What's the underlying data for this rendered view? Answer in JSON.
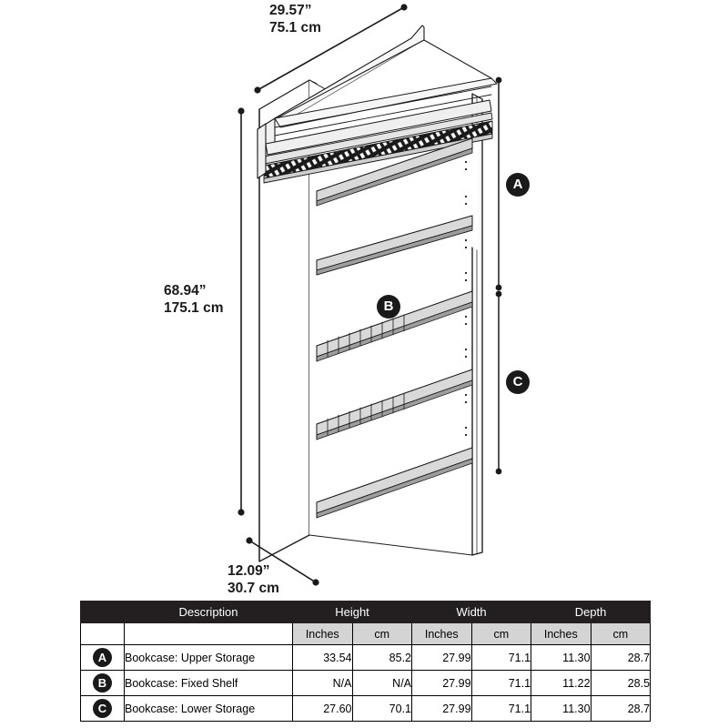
{
  "diagram": {
    "product": "Bookcase",
    "dimensions": {
      "width": {
        "inches": "29.57”",
        "cm": "75.1 cm"
      },
      "height": {
        "inches": "68.94”",
        "cm": "175.1 cm"
      },
      "depth": {
        "inches": "12.09”",
        "cm": "30.7 cm"
      }
    },
    "callouts": [
      {
        "id": "A",
        "label": "A"
      },
      {
        "id": "B",
        "label": "B"
      },
      {
        "id": "C",
        "label": "C"
      }
    ]
  },
  "table": {
    "group_headers": {
      "badge": "",
      "description": "Description",
      "height": "Height",
      "width": "Width",
      "depth": "Depth"
    },
    "unit_headers": {
      "badge": "",
      "description": "",
      "height_inches": "Inches",
      "height_cm": "cm",
      "width_inches": "Inches",
      "width_cm": "cm",
      "depth_inches": "Inches",
      "depth_cm": "cm"
    },
    "rows": [
      {
        "badge": "A",
        "description": "Bookcase: Upper Storage",
        "height_inches": "33.54",
        "height_cm": "85.2",
        "width_inches": "27.99",
        "width_cm": "71.1",
        "depth_inches": "11.30",
        "depth_cm": "28.7"
      },
      {
        "badge": "B",
        "description": "Bookcase: Fixed Shelf",
        "height_inches": "N/A",
        "height_cm": "N/A",
        "width_inches": "27.99",
        "width_cm": "71.1",
        "depth_inches": "11.22",
        "depth_cm": "28.5"
      },
      {
        "badge": "C",
        "description": "Bookcase: Lower Storage",
        "height_inches": "27.60",
        "height_cm": "70.1",
        "width_inches": "27.99",
        "width_cm": "71.1",
        "depth_inches": "11.30",
        "depth_cm": "28.7"
      }
    ]
  },
  "colors": {
    "header_bar": "#231f20",
    "unit_bar": "#d4d4d4",
    "line": "#1a1a1a",
    "badge": "#1a1a1a",
    "panel_fill": "#ffffff",
    "shade": "#e9e9e9"
  }
}
